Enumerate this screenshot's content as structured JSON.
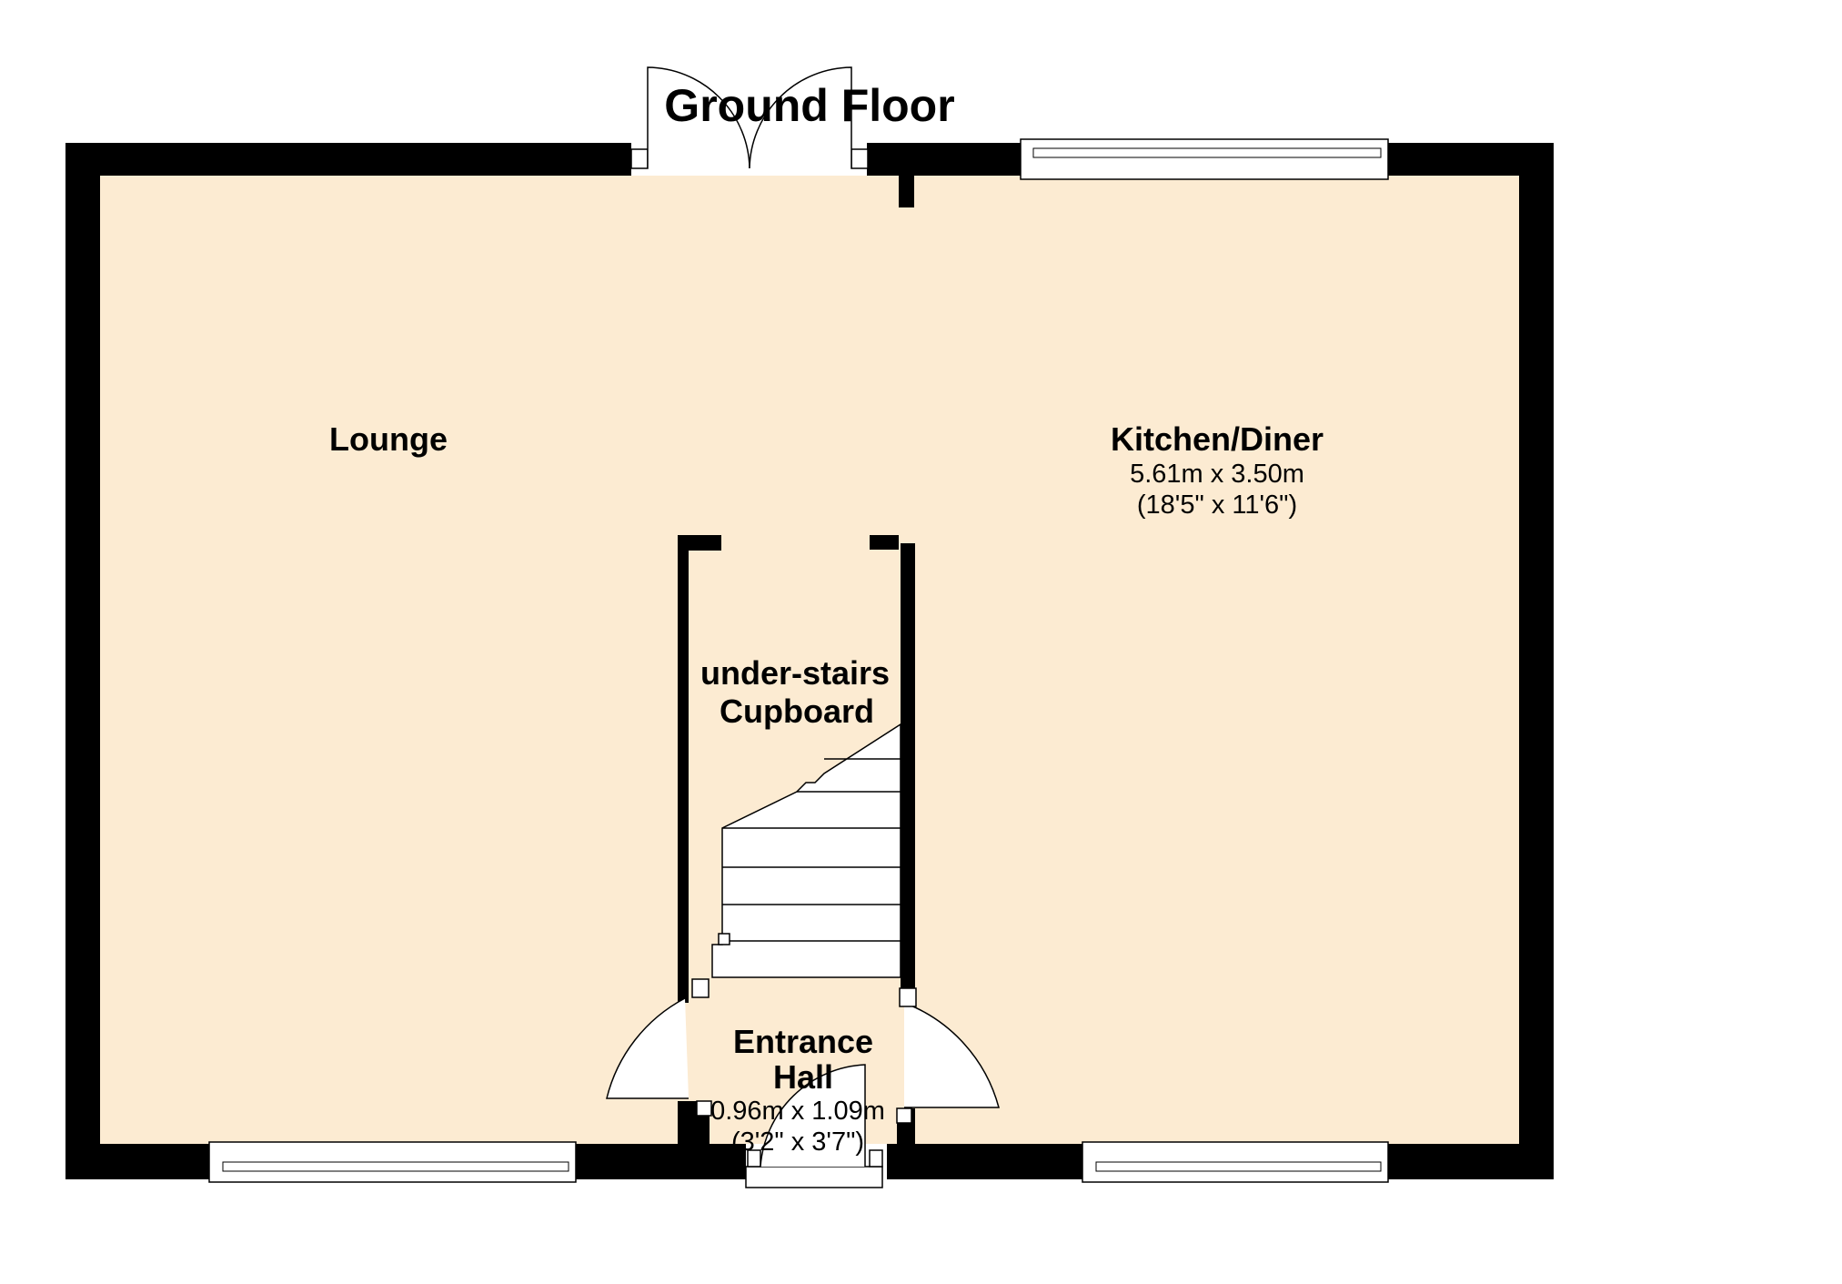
{
  "title": "Ground Floor",
  "colors": {
    "floor": "#fcebd2",
    "wall": "#000000",
    "fixture": "#ffffff"
  },
  "rooms": {
    "lounge": {
      "name": "Lounge"
    },
    "kitchen": {
      "name": "Kitchen/Diner",
      "metric": "5.61m x 3.50m",
      "imperial": "(18'5\" x 11'6\")"
    },
    "cupboard": {
      "name_line1": "under-stairs",
      "name_line2": "Cupboard"
    },
    "hall": {
      "name_line1": "Entrance",
      "name_line2": "Hall",
      "metric": "0.96m x 1.09m",
      "imperial": "(3'2\" x 3'7\")"
    }
  }
}
